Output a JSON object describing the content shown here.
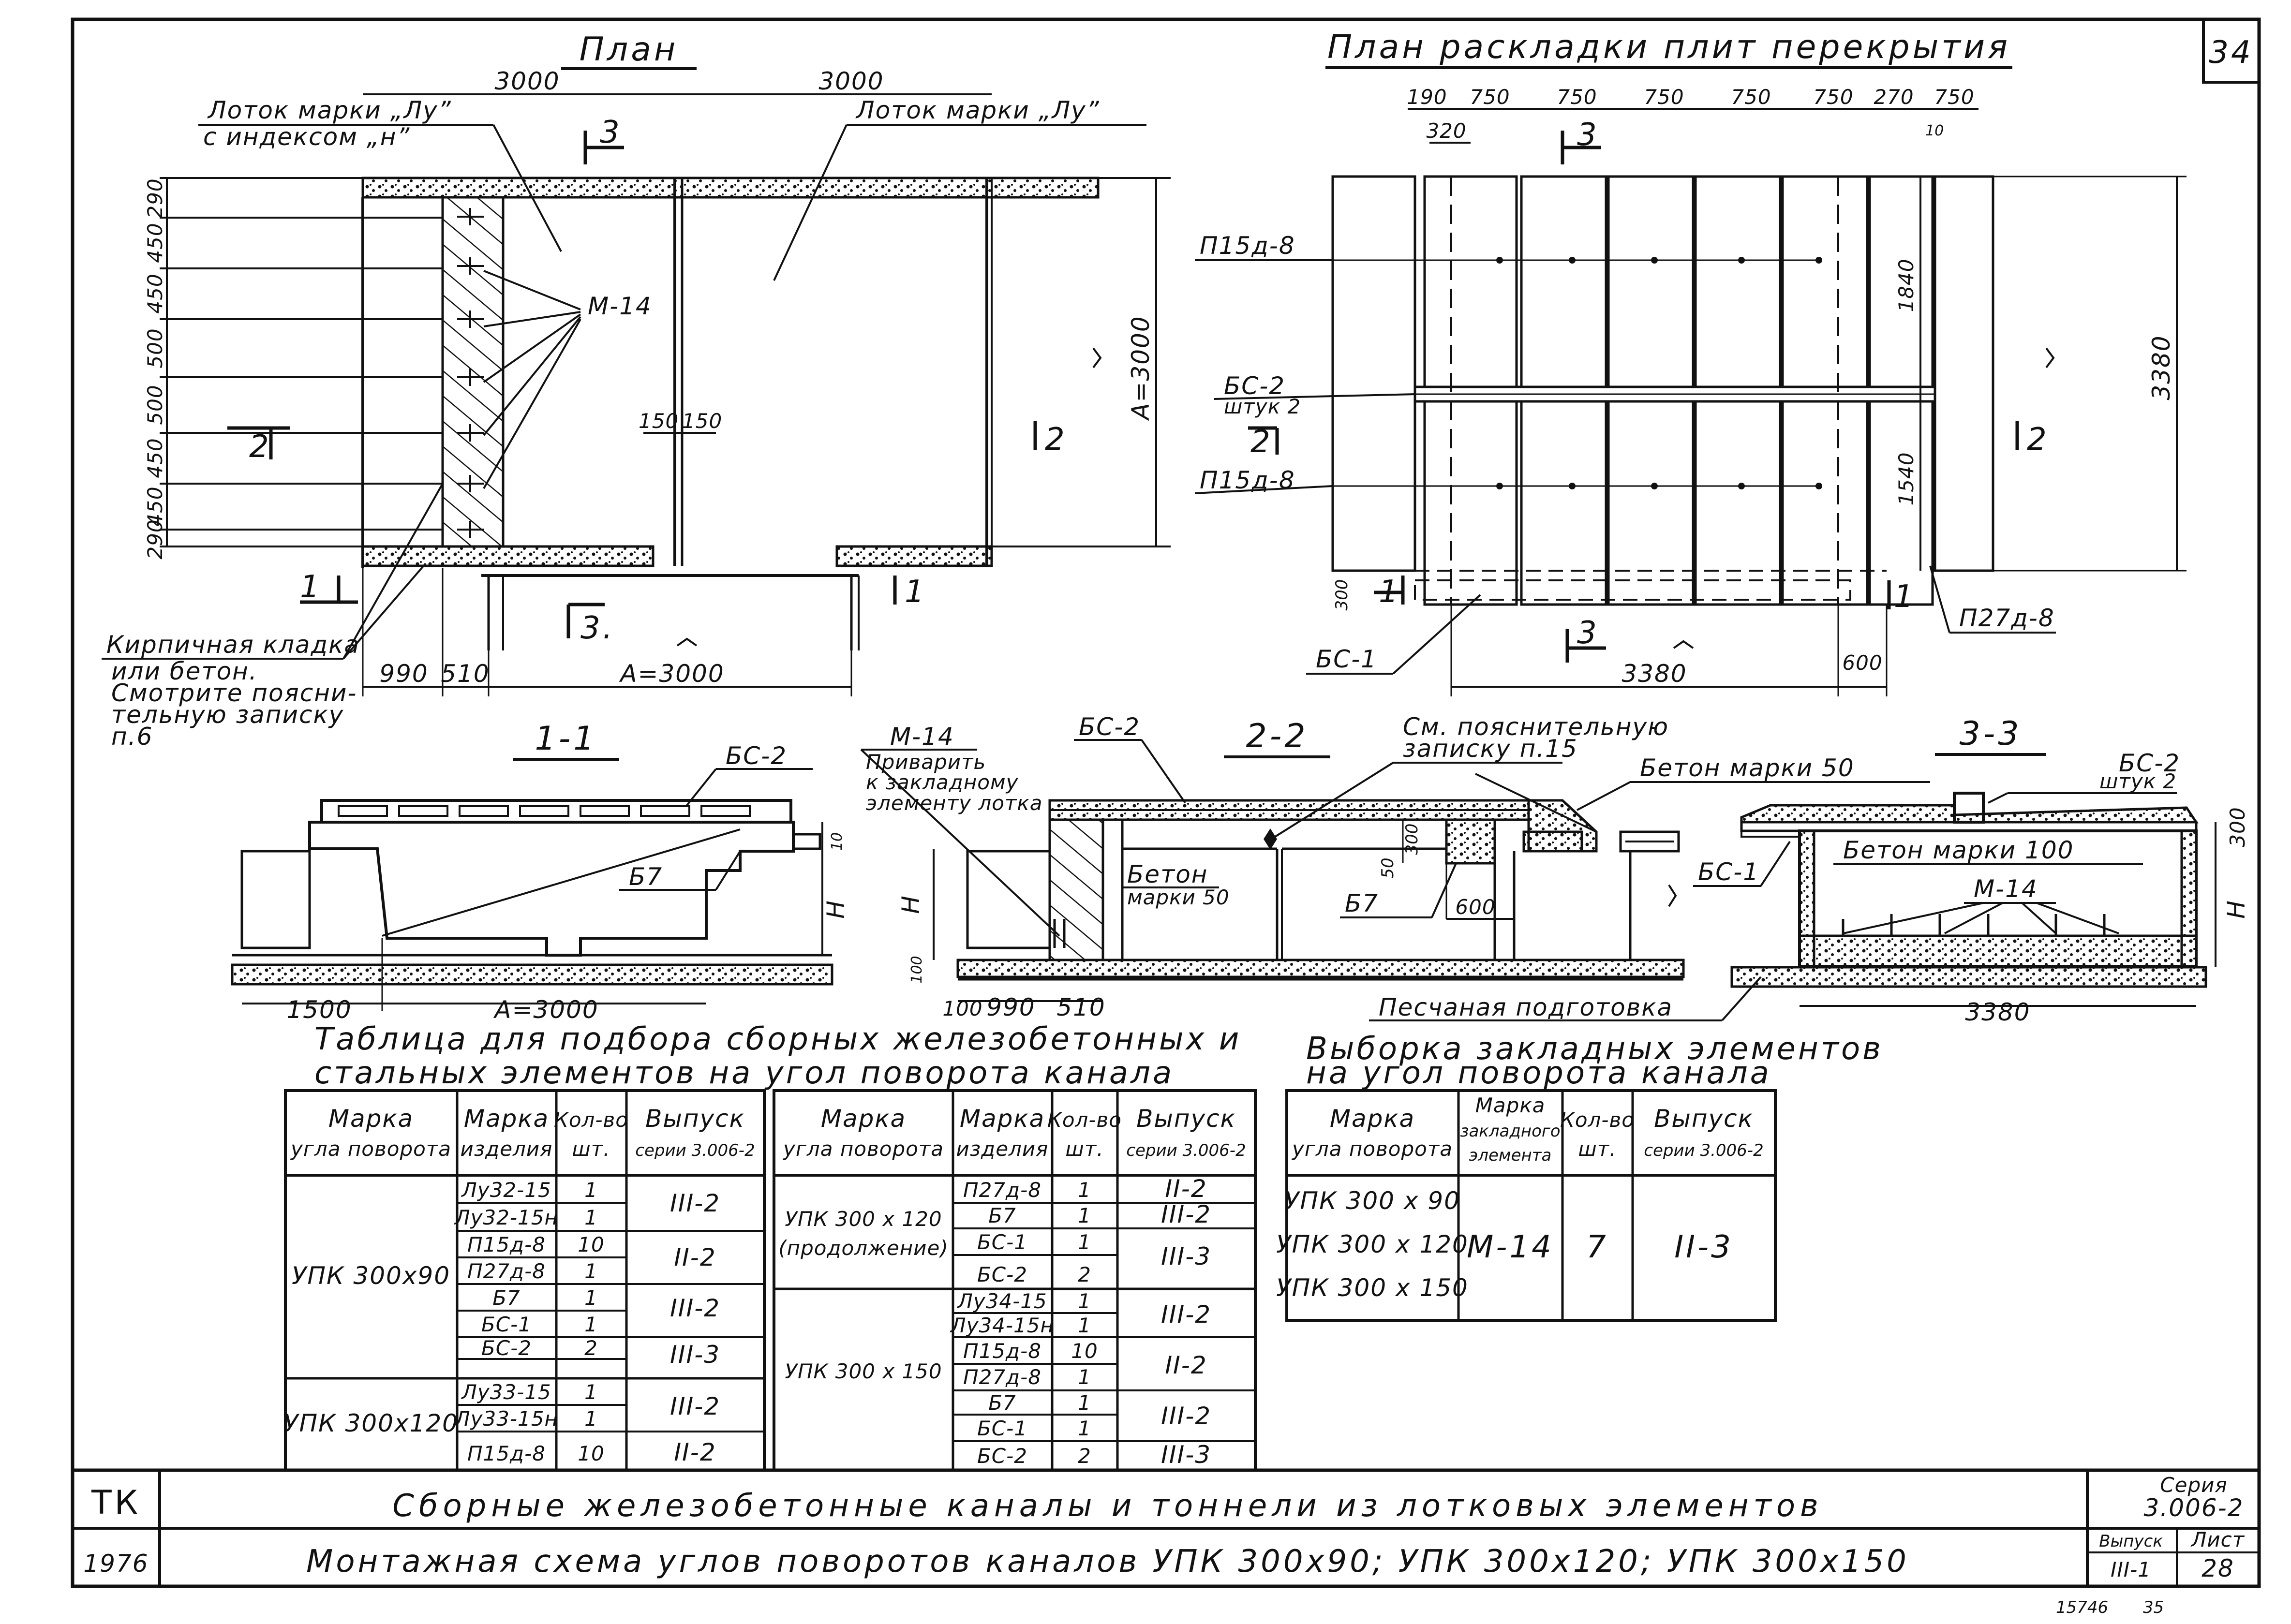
{
  "sheet": {
    "number_top": "34",
    "number_bottom_left": "15746",
    "number_bottom_right": "35"
  },
  "plan": {
    "title": "План",
    "dim_top_left": "3000",
    "dim_top_right": "3000",
    "label_tray_h_line1": "Лоток марки „Лу”",
    "label_tray_h_line2": "с индексом „н”",
    "label_tray": "Лоток марки „Лу”",
    "label_m14": "М-14",
    "label_masonry": [
      "Кирпичная кладка",
      "или бетон.",
      "Смотрите поясни-",
      "тельную записку",
      "п.6"
    ],
    "left_dims": [
      "290",
      "450",
      "450",
      "500",
      "500",
      "450",
      "450",
      "290"
    ],
    "dim_150a": "150",
    "dim_150b": "150",
    "dim_a_vertical": "А=3000",
    "dims_bottom": [
      "990",
      "510",
      "А=3000"
    ],
    "marks": {
      "s3_top": "3",
      "s3_bottom": "3.",
      "s2_left": "2",
      "s2_right": "2",
      "s1_left": "1",
      "s1_right": "1"
    }
  },
  "layout_plan": {
    "title": "План раскладки плит перекрытия",
    "top_dims": [
      "190",
      "750",
      "750",
      "750",
      "750",
      "750",
      "270",
      "750"
    ],
    "dim_320": "320",
    "dim_10": "10",
    "labels": {
      "p15_top": "П15д-8",
      "bs2": "БС-2",
      "bs2_count": "штук 2",
      "p15_bottom": "П15д-8",
      "bs1": "БС-1",
      "p27": "П27д-8"
    },
    "right_dims": [
      "1840",
      "1540"
    ],
    "dim_3380_vertical": "3380",
    "dim_300": "300",
    "dim_3380_bottom": "3380",
    "dim_600": "600",
    "marks": {
      "s3_top": "3",
      "s3_bottom": "3",
      "s2_left": "2",
      "s2_right": "2",
      "s1_left": "1",
      "s1_right": "1"
    }
  },
  "section_1_1": {
    "title": "1-1",
    "label_bs2": "БС-2",
    "label_b7": "Б7",
    "label_h": "Н",
    "dim_10": "10",
    "dims_bottom": [
      "1500",
      "А=3000"
    ]
  },
  "section_2_2": {
    "title": "2-2",
    "label_m14_lines": [
      "М-14",
      "Приварить",
      "к закладному",
      "элементу лотка"
    ],
    "label_bs2": "БС-2",
    "label_see_lines": [
      "См. пояснительную",
      "записку п.15"
    ],
    "label_concrete50_lines": [
      "Бетон",
      "марки 50"
    ],
    "label_b7": "Б7",
    "dim_600": "600",
    "dim_50": "50",
    "dim_300": "300",
    "label_h": "Н",
    "dims_bottom": [
      "100",
      "100",
      "990",
      "510"
    ],
    "label_sand": "Песчаная подготовка",
    "label_bs1": "БС-1"
  },
  "section_3_3": {
    "title": "3-3",
    "label_concrete50": "Бетон марки 50",
    "label_bs2": "БС-2",
    "label_bs2_count": "штук 2",
    "label_concrete100": "Бетон марки 100",
    "label_m14": "М-14",
    "dim_300": "300",
    "label_h": "Н",
    "dim_3380": "3380"
  },
  "table1": {
    "title_line1": "Таблица для подбора сборных железобетонных и",
    "title_line2": "стальных элементов на угол поворота канала",
    "headers": [
      [
        "Марка",
        "угла поворота"
      ],
      [
        "Марка",
        "изделия"
      ],
      [
        "Кол-во",
        "шт."
      ],
      [
        "Выпуск",
        "серии 3.006-2"
      ]
    ],
    "left_groups": [
      {
        "corner": "УПК 300x90",
        "rows": [
          [
            "Лу32-15",
            "1"
          ],
          [
            "Лу32-15н",
            "1"
          ],
          [
            "П15д-8",
            "10"
          ],
          [
            "П27д-8",
            "1"
          ],
          [
            "Б7",
            "1"
          ],
          [
            "БС-1",
            "1"
          ],
          [
            "БС-2",
            "2"
          ]
        ],
        "issues": [
          "III-2",
          "II-2",
          "III-2",
          "III-3"
        ]
      },
      {
        "corner": "УПК 300x120",
        "rows": [
          [
            "Лу33-15",
            "1"
          ],
          [
            "Лу33-15н",
            "1"
          ],
          [
            "П15д-8",
            "10"
          ]
        ],
        "issues": [
          "III-2",
          "II-2"
        ]
      }
    ],
    "right_groups": [
      {
        "corner_line1": "УПК 300 x 120",
        "corner_line2": "(продолжение)",
        "rows": [
          [
            "П27д-8",
            "1"
          ],
          [
            "Б7",
            "1"
          ],
          [
            "БС-1",
            "1"
          ],
          [
            "БС-2",
            "2"
          ]
        ],
        "issues": [
          "II-2",
          "III-2",
          "III-3"
        ]
      },
      {
        "corner": "УПК 300 x 150",
        "rows": [
          [
            "Лу34-15",
            "1"
          ],
          [
            "Лу34-15н",
            "1"
          ],
          [
            "П15д-8",
            "10"
          ],
          [
            "П27д-8",
            "1"
          ],
          [
            "Б7",
            "1"
          ],
          [
            "БС-1",
            "1"
          ],
          [
            "БС-2",
            "2"
          ]
        ],
        "issues": [
          "III-2",
          "II-2",
          "III-2",
          "III-3"
        ]
      }
    ]
  },
  "table2": {
    "title_line1": "Выборка закладных элементов",
    "title_line2": "на угол поворота канала",
    "headers": [
      [
        "Марка",
        "угла поворота"
      ],
      [
        "Марка",
        "закладного",
        "элемента"
      ],
      [
        "Кол-во",
        "шт."
      ],
      [
        "Выпуск",
        "серии 3.006-2"
      ]
    ],
    "corners": [
      "УПК 300 x 90",
      "УПК 300 x 120",
      "УПК 300 x 150"
    ],
    "element": "М-14",
    "count": "7",
    "issue": "II-3"
  },
  "title_block": {
    "code": "ТК",
    "year": "1976",
    "line1": "Сборные железобетонные каналы и тоннели из лотковых элементов",
    "line2": "Монтажная схема углов поворотов каналов УПК 300x90; УПК 300x120; УПК 300x150",
    "series_label": "Серия",
    "series_value": "3.006-2",
    "issue_label": "Выпуск",
    "issue_value": "III-1",
    "sheet_label": "Лист",
    "sheet_value": "28"
  }
}
